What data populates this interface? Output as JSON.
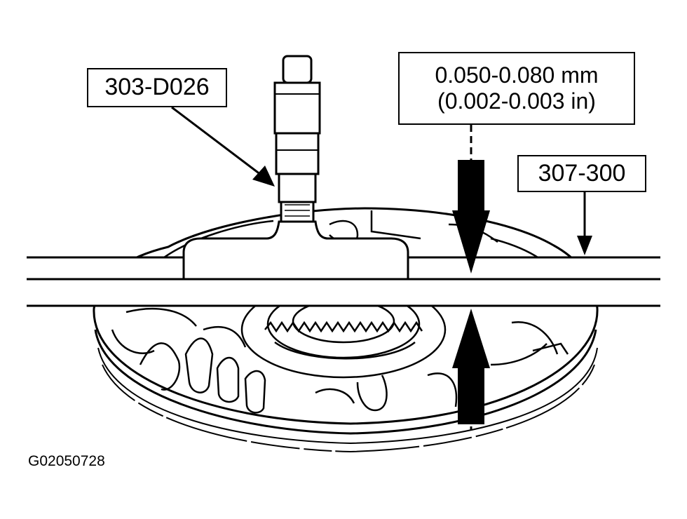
{
  "callouts": {
    "tool_label": "303-D026",
    "clearance_metric": "0.050-0.080 mm",
    "clearance_imperial": "(0.002-0.003 in)",
    "bar_label": "307-300"
  },
  "figure_id": "G02050728"
}
